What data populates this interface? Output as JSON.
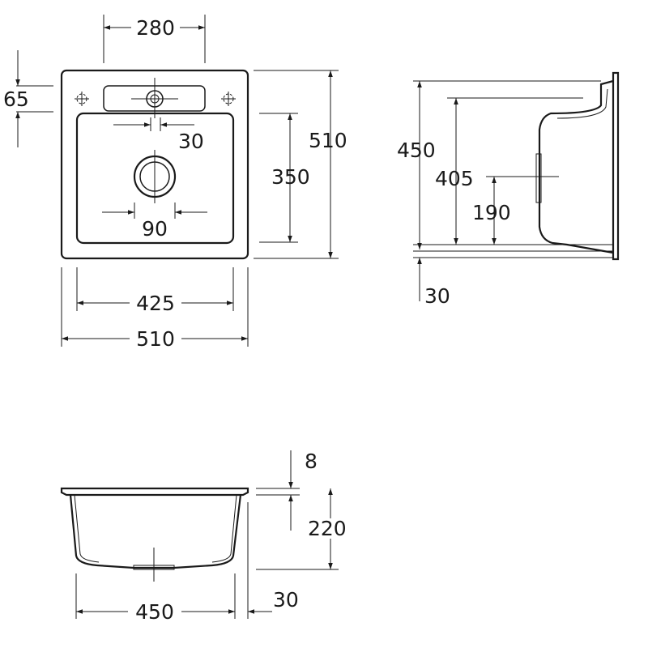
{
  "top_view": {
    "faucet_spacing": "280",
    "rear_deck_depth": "65",
    "drain_offset": "30",
    "overall_depth": "510",
    "bowl_depth": "350",
    "drain_diameter": "90",
    "bowl_width": "425",
    "overall_width": "510"
  },
  "side_view": {
    "total_height": "450",
    "bowl_height": "405",
    "drain_height": "190",
    "rim_thickness": "30"
  },
  "front_view": {
    "flange_thickness": "8",
    "bowl_depth": "220",
    "bowl_width": "450",
    "wall_offset": "30"
  }
}
